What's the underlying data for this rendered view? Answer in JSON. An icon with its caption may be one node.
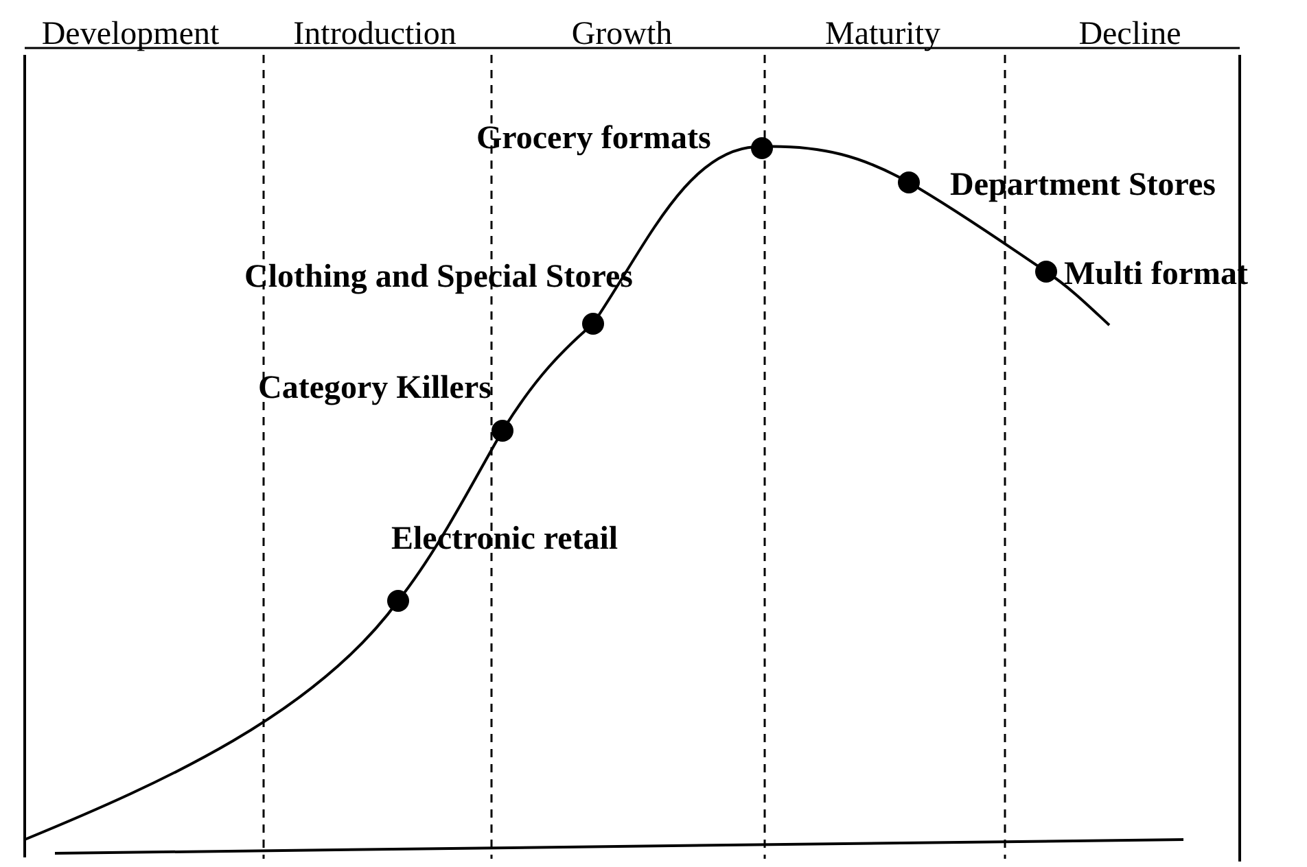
{
  "diagram": {
    "nodes": [
      {
        "text": [],
        "shape": "circle",
        "beside": [
          "Electronic retail"
        ]
      },
      {
        "text": [],
        "shape": "circle",
        "beside": [
          "Category Killers"
        ]
      },
      {
        "text": [],
        "shape": "circle",
        "beside": [
          "Clothing and Special Stores"
        ]
      },
      {
        "text": [],
        "shape": "circle",
        "beside": [
          "Grocery formats"
        ]
      },
      {
        "text": [],
        "shape": "circle",
        "beside": [
          "Department Stores"
        ]
      },
      {
        "text": [],
        "shape": "circle",
        "beside": [
          "Multi format"
        ]
      }
    ],
    "edges": [],
    "labels": [
      "Development",
      "Introduction",
      "Growth",
      "Maturity",
      "Decline"
    ]
  }
}
